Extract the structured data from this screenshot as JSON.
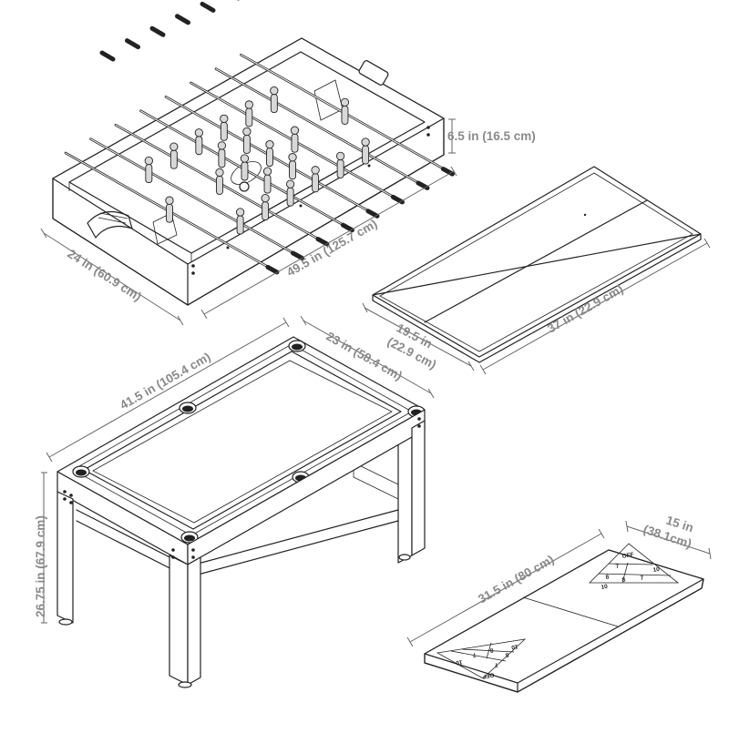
{
  "colors": {
    "line": "#222222",
    "label": "#8a8a8a",
    "player_fill": "#d8d8d8",
    "background": "#ffffff"
  },
  "foosball": {
    "depth": "6.5 in (16.5 cm)",
    "width": "24 in (60.9 cm)",
    "length": "49.5 in (125.7 cm)"
  },
  "tabletop": {
    "width_line1": "19.5 in",
    "width_line2": "(22.9 cm)",
    "length": "37 in (22.9 cm)"
  },
  "pool_table": {
    "length": "41.5 in (105.4 cm)",
    "width": "23 in (58.4 cm)",
    "height": "26.75 in (67.9 cm)"
  },
  "shuffleboard": {
    "length": "31.5 in (80 cm)",
    "width_line1": "15 in",
    "width_line2": "(38.1cm)",
    "scoring": [
      "OFF",
      "10",
      "7",
      "7",
      "8",
      "8",
      "10"
    ]
  }
}
